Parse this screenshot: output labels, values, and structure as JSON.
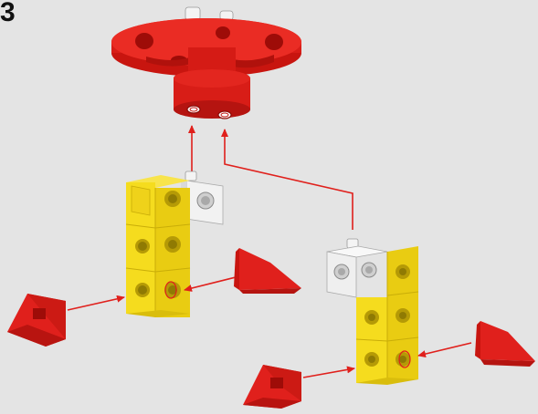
{
  "step": {
    "number": "3"
  },
  "colors": {
    "background": "#e4e4e4",
    "red_part": "#e0201c",
    "yellow_part": "#f5dc1e",
    "white_part": "#f2f2f2",
    "arrow": "#e0201c"
  },
  "parts": [
    {
      "name": "red-wheel-hub",
      "color": "red"
    },
    {
      "name": "left-yellow-cube-stack",
      "color": "yellow",
      "count": 3
    },
    {
      "name": "left-white-cube",
      "color": "white"
    },
    {
      "name": "right-white-cube",
      "color": "white"
    },
    {
      "name": "right-yellow-cube-stack",
      "color": "yellow",
      "count": 3
    },
    {
      "name": "red-wedge-blocks",
      "color": "red",
      "count": 4
    }
  ]
}
